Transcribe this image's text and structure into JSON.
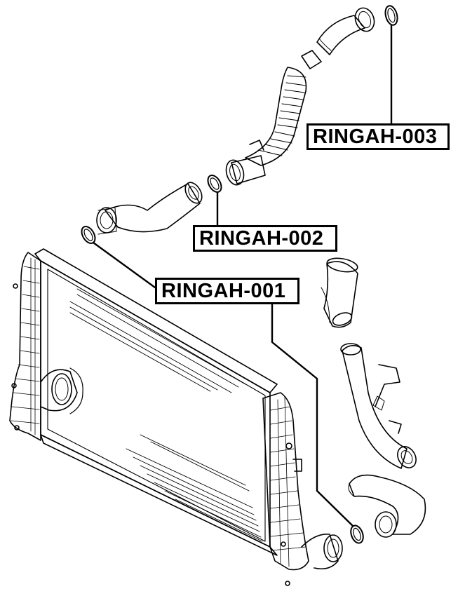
{
  "callouts": {
    "ring_003": "RINGAH-003",
    "ring_002": "RINGAH-002",
    "ring_001": "RINGAH-001"
  },
  "colors": {
    "line": "#000000",
    "background": "#ffffff"
  }
}
